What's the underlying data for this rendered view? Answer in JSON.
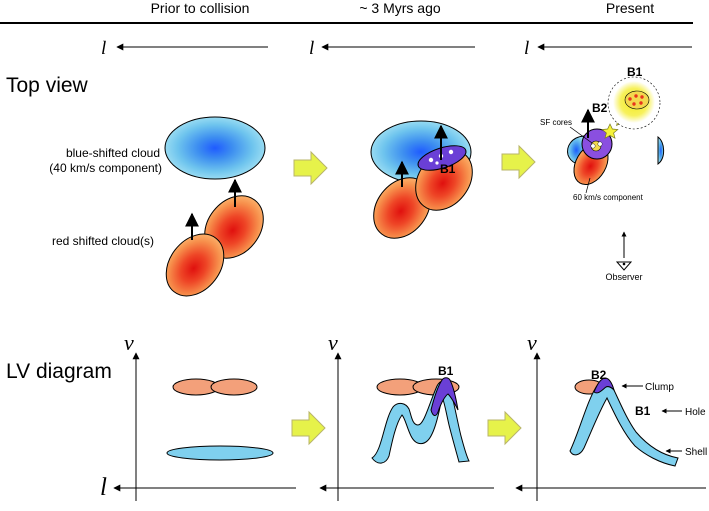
{
  "columns": [
    "Prior to collision",
    "~ 3 Myrs ago",
    "Present"
  ],
  "axis_symbols": {
    "position": "l",
    "velocity": "v"
  },
  "row_labels": {
    "top": "Top view",
    "bottom": "LV diagram"
  },
  "labels": {
    "blue_cloud_line1": "blue-shifted cloud",
    "blue_cloud_line2": "(40 km/s component)",
    "red_clouds": "red shifted cloud(s)",
    "b1": "B1",
    "b2": "B2",
    "sf_cores": "SF cores",
    "component_60": "60 km/s component",
    "observer": "Observer",
    "clump": "Clump",
    "hole": "Hole",
    "shell": "Shell"
  },
  "colors": {
    "blue_cloud": "#5ab8e6",
    "red_cloud": "#e8341c",
    "salmon": "#f3a07a",
    "cyan": "#7fd0ee",
    "purple": "#6a3fd6",
    "yellow_arrow": "#e6f24a",
    "yellow_glow": "#f5f23a"
  }
}
